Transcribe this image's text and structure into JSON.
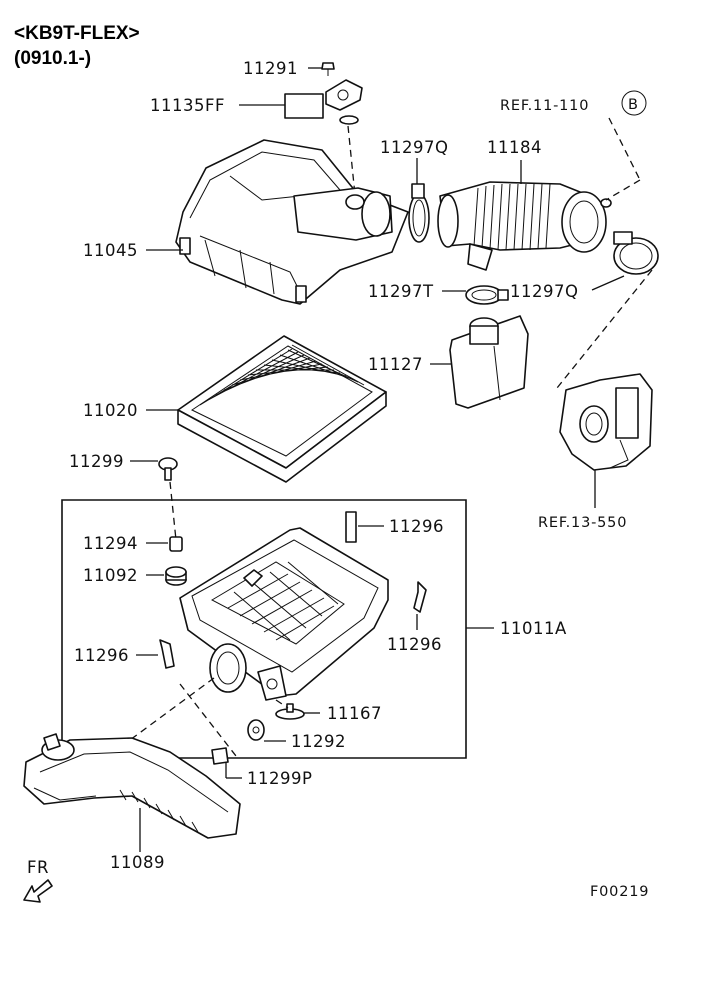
{
  "header": {
    "model": "<KB9T-FLEX>",
    "period": "(0910.1-)"
  },
  "labels": {
    "p11291": "11291",
    "p11135FF": "11135FF",
    "p11045": "11045",
    "p11297Q_top": "11297Q",
    "p11184": "11184",
    "ref11110": "REF.11-110",
    "ref_marker": "B",
    "p11297T": "11297T",
    "p11297Q_right": "11297Q",
    "p11127": "11127",
    "p11020": "11020",
    "p11299": "11299",
    "ref13550": "REF.13-550",
    "p11294": "11294",
    "p11296_top": "11296",
    "p11092": "11092",
    "p11011A": "11011A",
    "p11296_right": "11296",
    "p11296_left": "11296",
    "p11167": "11167",
    "p11292": "11292",
    "p11299P": "11299P",
    "p11089": "11089",
    "direction": "FR",
    "figure_code": "F00219"
  },
  "icons": {
    "ref_circle": "circled-letter-icon",
    "direction": "front-arrow-icon"
  }
}
